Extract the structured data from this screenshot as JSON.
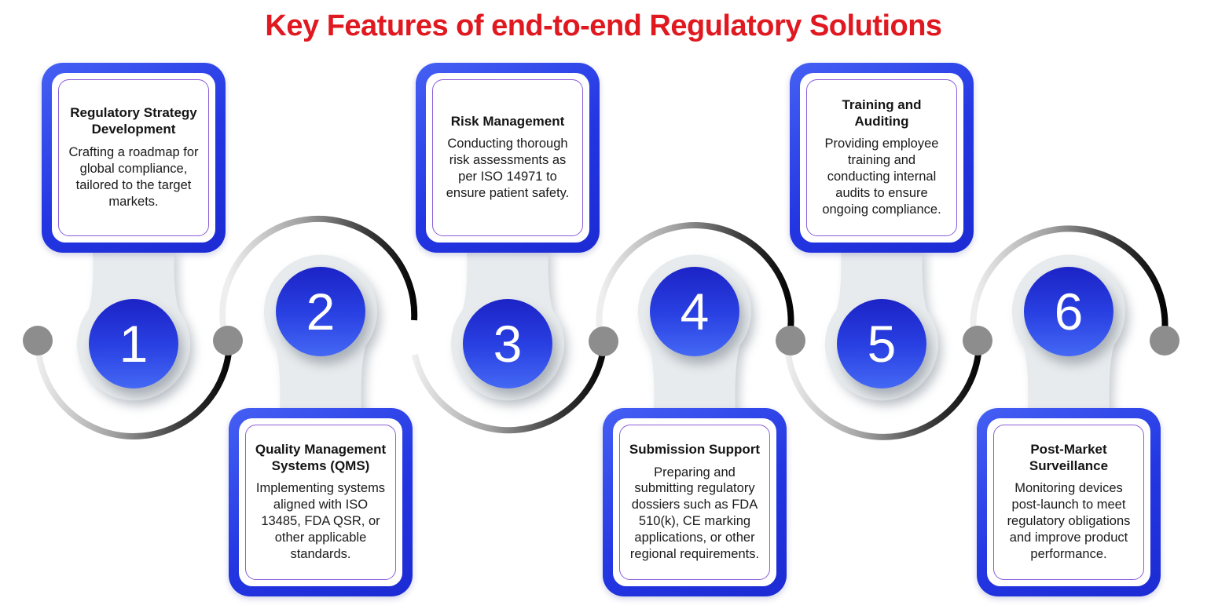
{
  "title": "Key Features of end-to-end  Regulatory Solutions",
  "steps": [
    {
      "number": "1",
      "position": "above",
      "title": "Regulatory Strategy Development",
      "description": "Crafting a roadmap for global compliance, tailored to the target markets."
    },
    {
      "number": "2",
      "position": "below",
      "title": "Quality Management Systems (QMS)",
      "description": "Implementing systems aligned with ISO 13485, FDA QSR, or other applicable standards."
    },
    {
      "number": "3",
      "position": "above",
      "title": "Risk Management",
      "description": "Conducting thorough risk assessments as per ISO 14971 to ensure patient safety."
    },
    {
      "number": "4",
      "position": "below",
      "title": "Submission Support",
      "description": "Preparing and submitting regulatory dossiers such as FDA 510(k), CE marking applications, or other regional requirements."
    },
    {
      "number": "5",
      "position": "above",
      "title": "Training and Auditing",
      "description": "Providing employee training and conducting internal audits to ensure ongoing compliance."
    },
    {
      "number": "6",
      "position": "below",
      "title": "Post-Market Surveillance",
      "description": "Monitoring devices post-launch to meet regulatory obligations and improve product performance."
    }
  ],
  "colors": {
    "title_red": "#e01820",
    "card_frame_blue": "#2336e2",
    "inner_border_violet": "#8a5ed8",
    "circle_blue_dark": "#1c23c6",
    "circle_blue_light": "#4468f4",
    "connector_gray": "#e7ebed",
    "dot_gray": "#8d8d8d",
    "arc_silver": "#e8e8e8",
    "arc_black": "#050505",
    "text_black": "#141414"
  }
}
